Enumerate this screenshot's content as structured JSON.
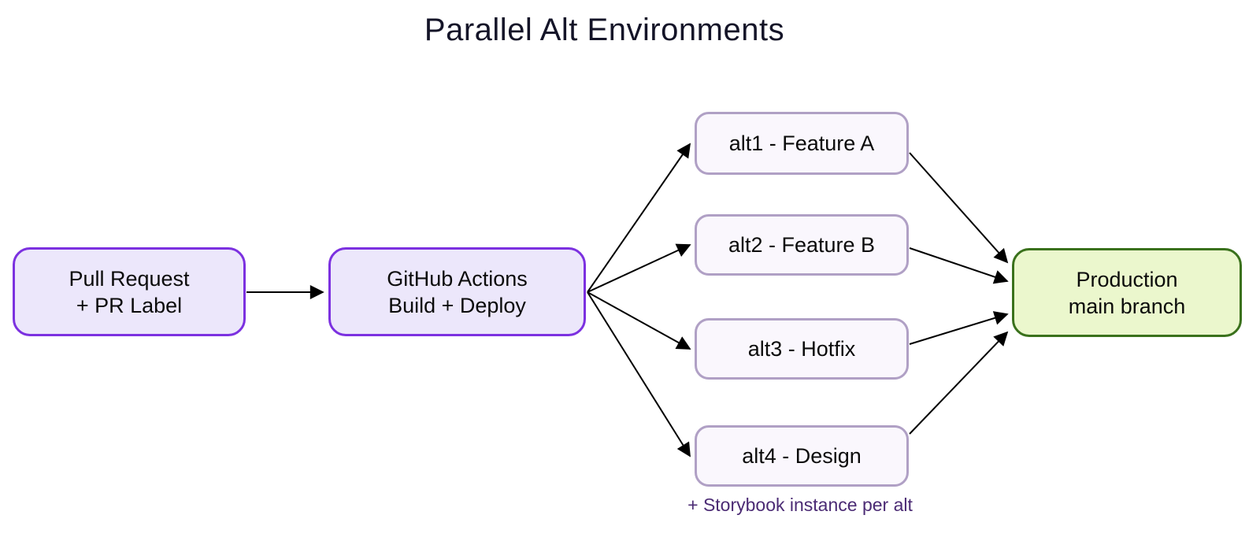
{
  "title": "Parallel Alt Environments",
  "caption": "+ Storybook instance per alt",
  "colors": {
    "pipeline_border": "#7c31e0",
    "pipeline_fill": "#ece7fb",
    "alt_border": "#b0a0c5",
    "alt_fill": "#faf7fd",
    "production_border": "#3a711c",
    "production_fill": "#ebf7cd",
    "caption_text": "#4b2b74",
    "arrow": "#000000"
  },
  "nodes": {
    "pull_request": {
      "line1": "Pull Request",
      "line2": "+ PR Label"
    },
    "github_actions": {
      "line1": "GitHub Actions",
      "line2": "Build + Deploy"
    },
    "alt1": {
      "label": "alt1 - Feature A"
    },
    "alt2": {
      "label": "alt2 - Feature B"
    },
    "alt3": {
      "label": "alt3 - Hotfix"
    },
    "alt4": {
      "label": "alt4 - Design"
    },
    "production": {
      "line1": "Production",
      "line2": "main branch"
    }
  },
  "edges": [
    {
      "from": "pull_request",
      "to": "github_actions"
    },
    {
      "from": "github_actions",
      "to": "alt1"
    },
    {
      "from": "github_actions",
      "to": "alt2"
    },
    {
      "from": "github_actions",
      "to": "alt3"
    },
    {
      "from": "github_actions",
      "to": "alt4"
    },
    {
      "from": "alt1",
      "to": "production"
    },
    {
      "from": "alt2",
      "to": "production"
    },
    {
      "from": "alt3",
      "to": "production"
    },
    {
      "from": "alt4",
      "to": "production"
    }
  ]
}
